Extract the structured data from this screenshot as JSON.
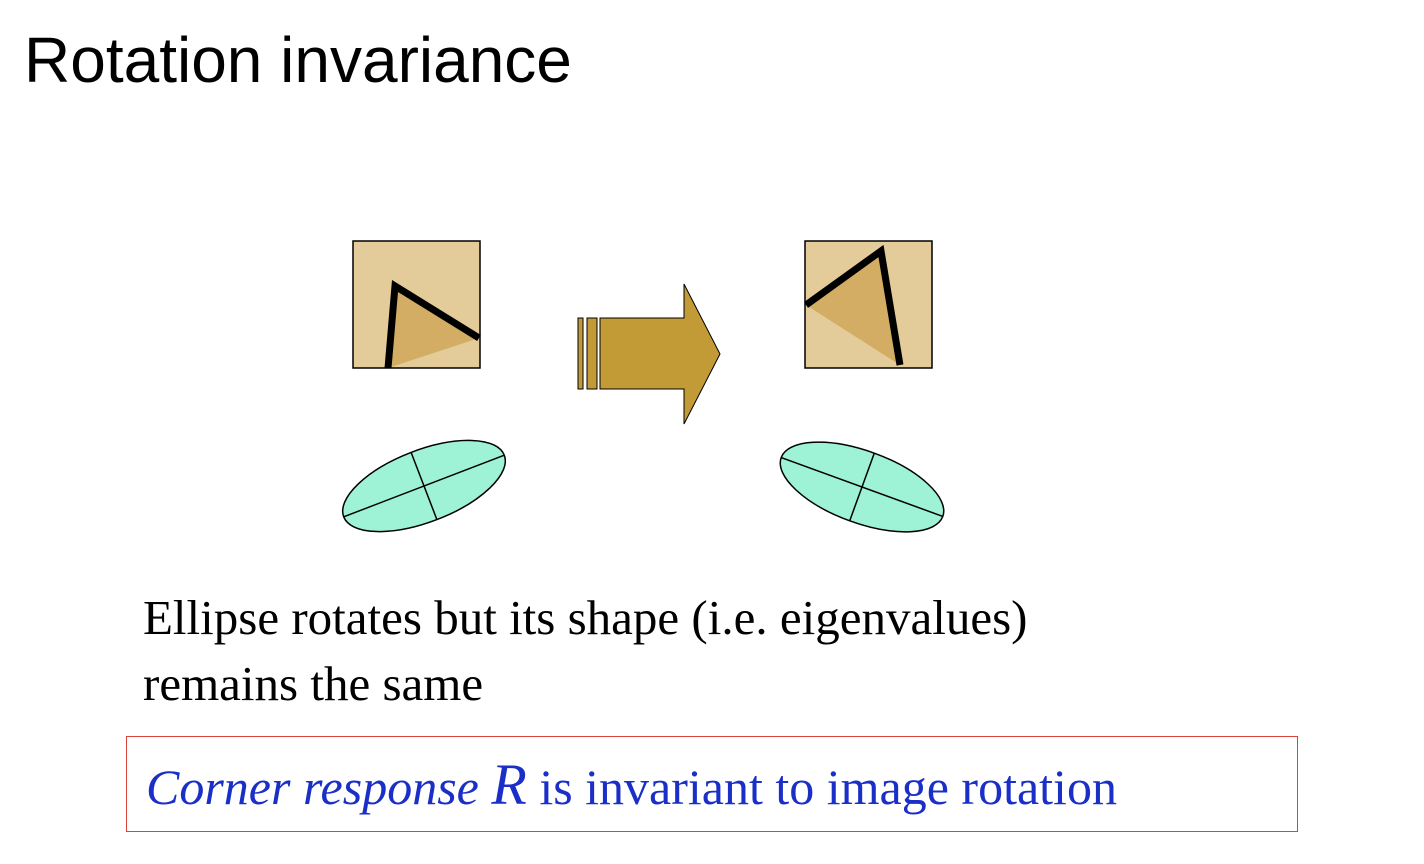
{
  "slide": {
    "title": "Rotation invariance"
  },
  "diagram": {
    "colors": {
      "patch_background": "#e3cc99",
      "corner_wedge": "#d2ad63",
      "arrow_fill": "#c29b37",
      "ellipse_fill": "#9ef2d6",
      "stroke": "#000000"
    },
    "icons": [
      "image-patch",
      "corner-edges",
      "block-arrow",
      "ellipse-with-axes"
    ]
  },
  "caption": {
    "line1": "Ellipse rotates but its shape (i.e. eigenvalues)",
    "line2": "remains the same"
  },
  "callout": {
    "italic_text": "Corner response",
    "symbol": "R",
    "rest_text": "is invariant to image rotation",
    "text_color": "#1a2fc7",
    "border_color": "#d9433a"
  }
}
